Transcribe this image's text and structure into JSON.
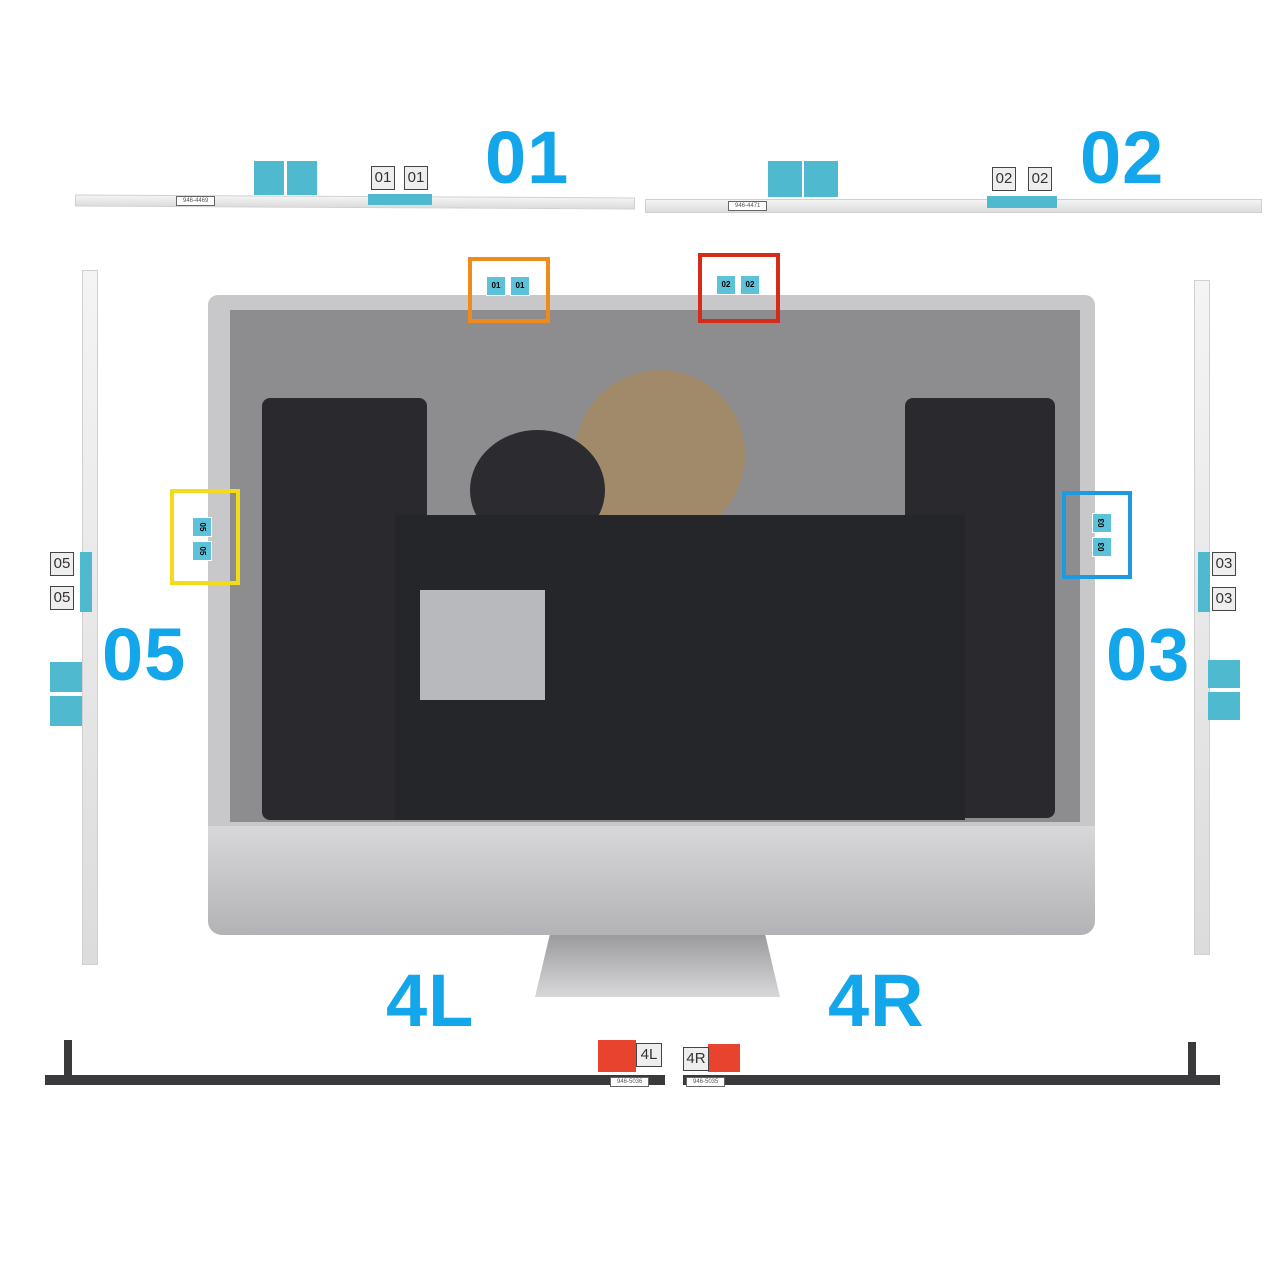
{
  "labels": {
    "s01": "01",
    "s02": "02",
    "s03": "03",
    "s05": "05",
    "s4l": "4L",
    "s4r": "4R"
  },
  "part_numbers": {
    "s01": "946-4469",
    "s02": "946-4471",
    "s4l": "946-5036",
    "s4r": "946-5035"
  },
  "colors": {
    "label": "#14a6ea",
    "s01_box": "#f08a1c",
    "s02_box": "#d62a1a",
    "s05_box": "#f2dc1a",
    "s03_box": "#1e9be0"
  }
}
